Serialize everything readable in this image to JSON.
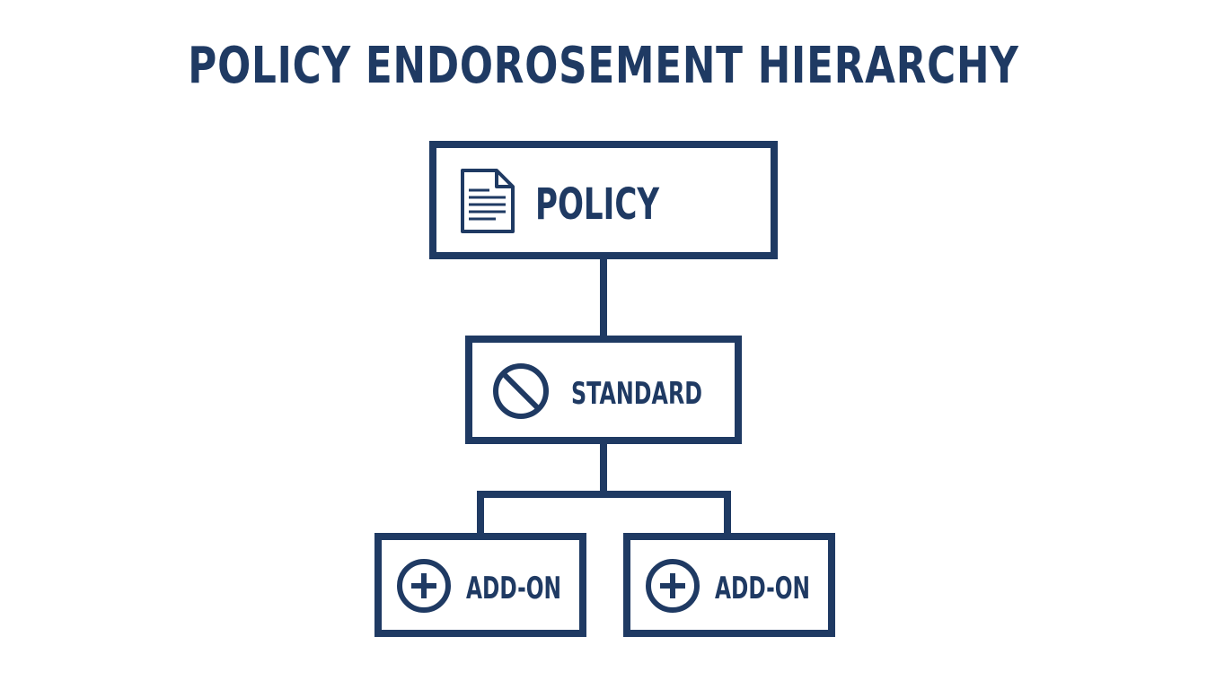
{
  "title": "POLICY ENDOROSEMENT HIERARCHY",
  "colors": {
    "primary": "#1f3a63",
    "background": "#ffffff"
  },
  "nodes": {
    "policy": {
      "label": "POLICY",
      "icon": "document-icon"
    },
    "standard": {
      "label": "STANDARD",
      "icon": "prohibited-icon"
    },
    "addon_left": {
      "label": "ADD-ON",
      "icon": "plus-circle-icon"
    },
    "addon_right": {
      "label": "ADD-ON",
      "icon": "plus-circle-icon"
    }
  }
}
